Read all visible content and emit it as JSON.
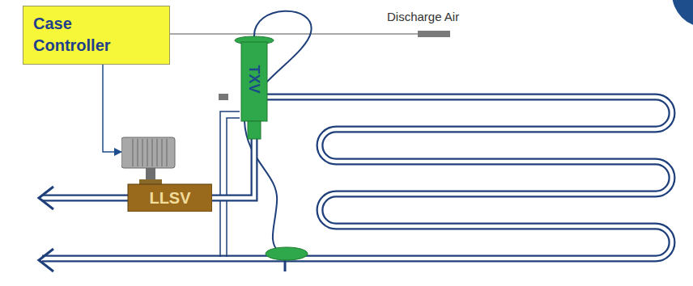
{
  "diagram": {
    "nodes": [
      {
        "text": [
          "Case Controller"
        ]
      },
      {
        "text": [
          "LLSV"
        ]
      },
      {
        "text": [
          "TXV"
        ]
      }
    ],
    "edges": [
      {
        "from": 0,
        "to": 1,
        "arrow": "to"
      },
      {
        "from": 1,
        "to": 2,
        "arrow": "none"
      }
    ],
    "labels": [
      "Discharge Air"
    ]
  }
}
